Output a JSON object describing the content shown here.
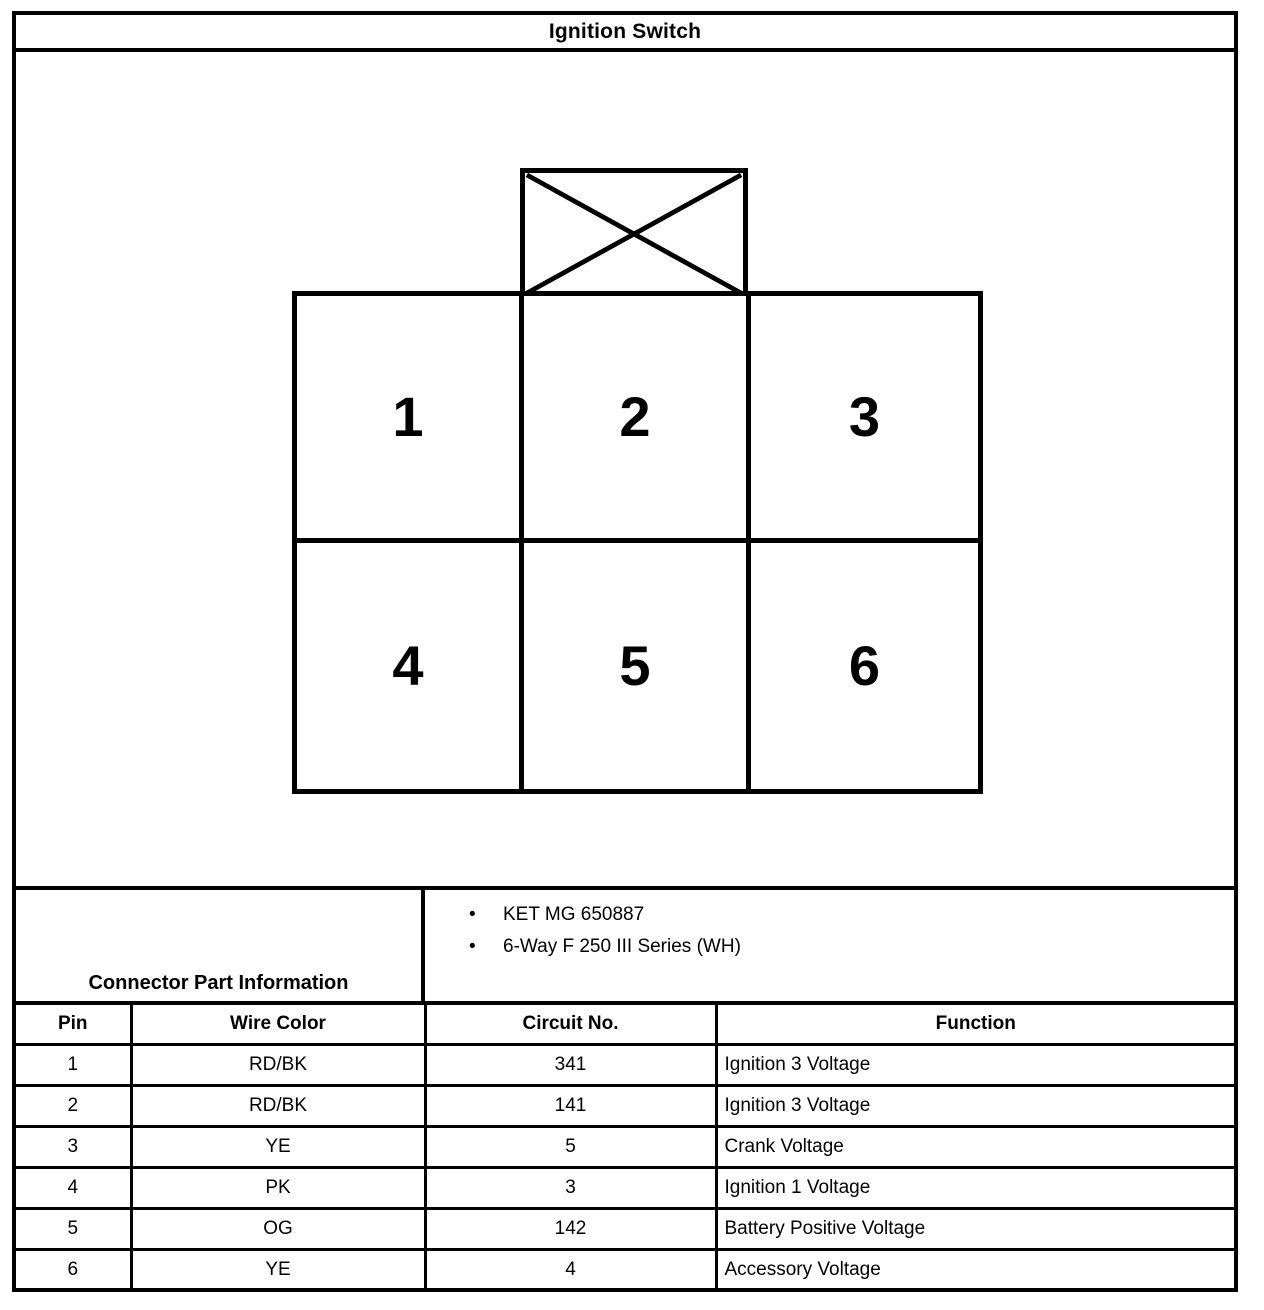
{
  "document": {
    "title": "Ignition Switch"
  },
  "connector_diagram": {
    "name": "6-way-connector-face-view",
    "tab_marker": "x-cross",
    "cavities": [
      {
        "label": "1"
      },
      {
        "label": "2"
      },
      {
        "label": "3"
      },
      {
        "label": "4"
      },
      {
        "label": "5"
      },
      {
        "label": "6"
      }
    ]
  },
  "part_information": {
    "label": "Connector Part Information",
    "bullet_glyph": "•",
    "bullets": [
      "KET MG 650887",
      "6-Way F 250 III Series (WH)"
    ]
  },
  "pinout_table": {
    "headers": [
      "Pin",
      "Wire Color",
      "Circuit No.",
      "Function"
    ],
    "rows": [
      {
        "pin": "1",
        "wire_color": "RD/BK",
        "circuit_no": "341",
        "function": "Ignition 3 Voltage"
      },
      {
        "pin": "2",
        "wire_color": "RD/BK",
        "circuit_no": "141",
        "function": "Ignition 3 Voltage"
      },
      {
        "pin": "3",
        "wire_color": "YE",
        "circuit_no": "5",
        "function": "Crank Voltage"
      },
      {
        "pin": "4",
        "wire_color": "PK",
        "circuit_no": "3",
        "function": "Ignition 1 Voltage"
      },
      {
        "pin": "5",
        "wire_color": "OG",
        "circuit_no": "142",
        "function": "Battery Positive Voltage"
      },
      {
        "pin": "6",
        "wire_color": "YE",
        "circuit_no": "4",
        "function": "Accessory Voltage"
      }
    ]
  },
  "colors": {
    "ink": "#000000",
    "paper": "#ffffff"
  }
}
